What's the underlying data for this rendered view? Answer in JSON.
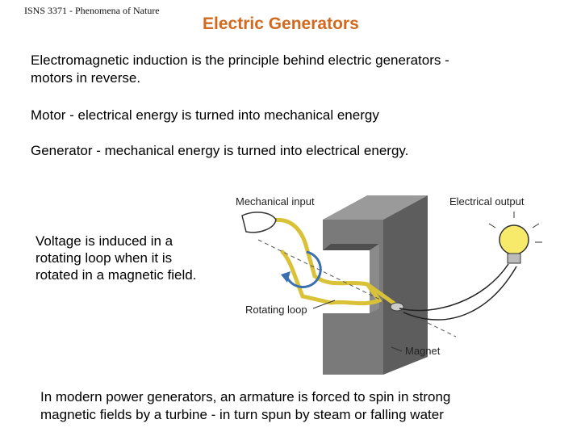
{
  "header": {
    "course": "ISNS 3371 - Phenomena of Nature",
    "title": "Electric Generators"
  },
  "content": {
    "intro_line1": "Electromagnetic induction is the principle behind electric generators -",
    "intro_line2": "motors in reverse.",
    "motor": "Motor - electrical energy is turned into mechanical energy",
    "generator": "Generator - mechanical energy is turned into electrical energy.",
    "voltage_line1": "Voltage is induced in a",
    "voltage_line2": "rotating loop when it is",
    "voltage_line3": "rotated in a magnetic field.",
    "modern_line1": "In modern power generators, an armature is forced to spin in strong",
    "modern_line2": "magnetic fields by a turbine - in turn spun by steam or falling water"
  },
  "figure": {
    "mechanical_input": "Mechanical input",
    "electrical_output": "Electrical output",
    "rotating_loop": "Rotating loop",
    "magnet": "Magnet",
    "colors": {
      "magnet": "#6b6b6b",
      "wire": "#e8d34a",
      "bulb": "#f7e96a"
    }
  }
}
